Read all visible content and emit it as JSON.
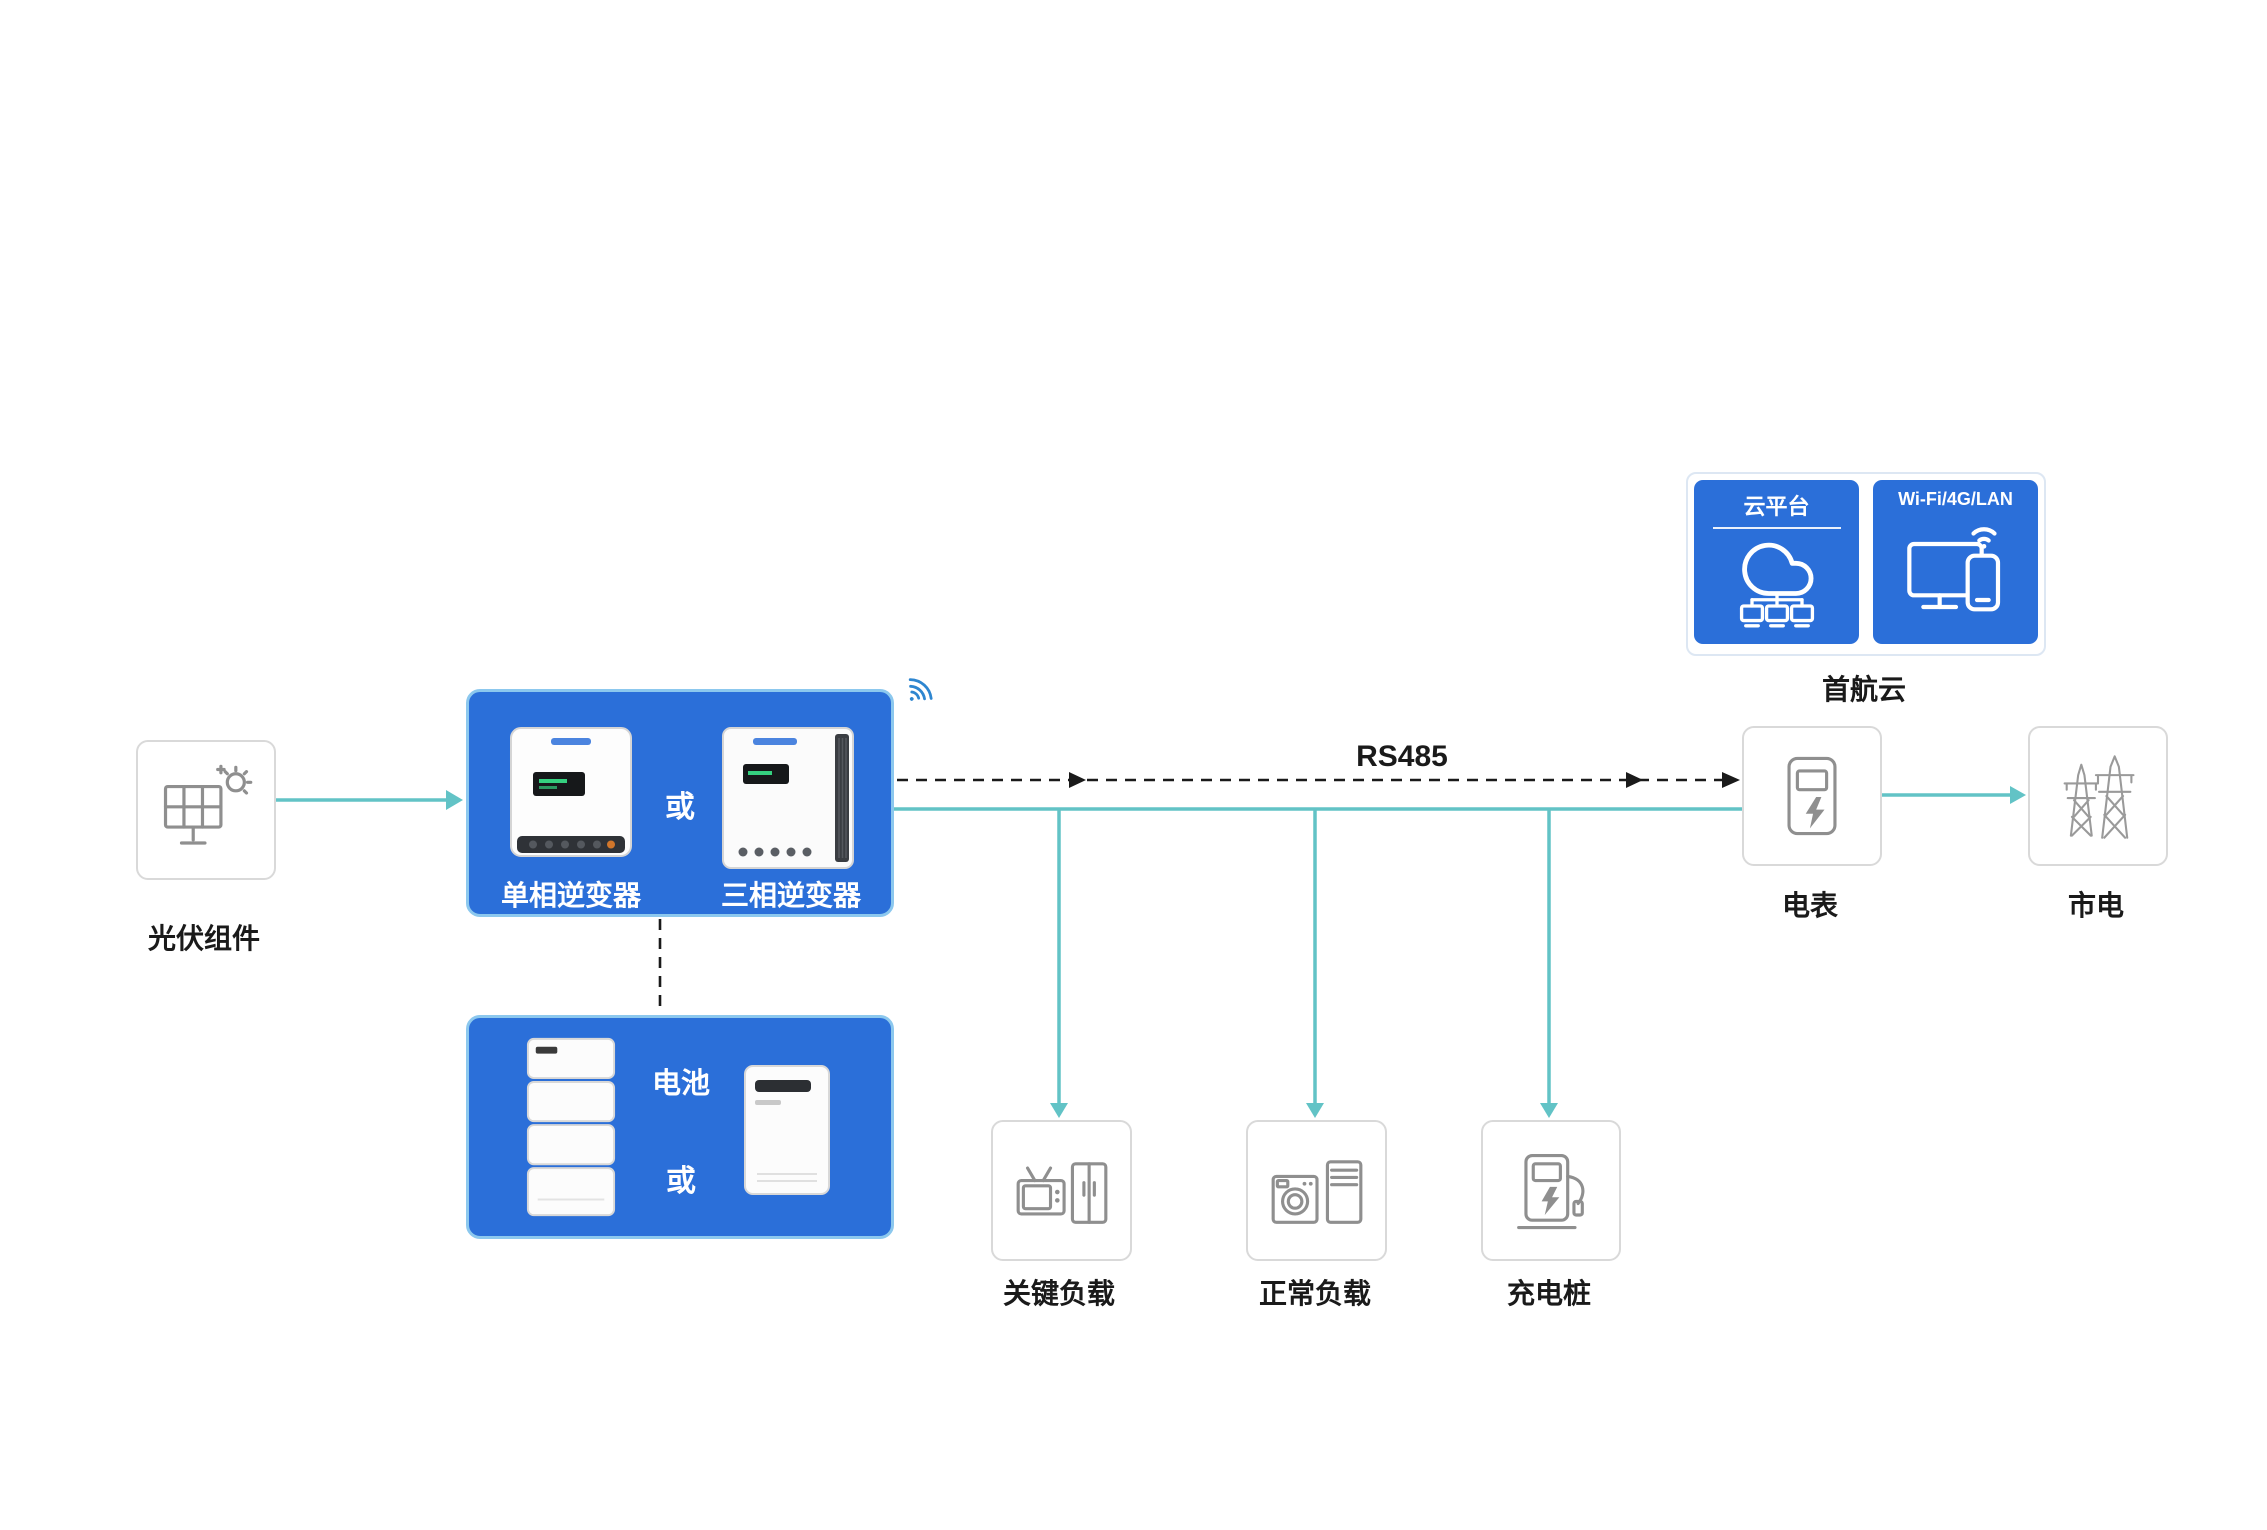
{
  "diagram": {
    "rs485_label": "RS485",
    "pv": {
      "label": "光伏组件"
    },
    "inverters": {
      "single_phase": "单相逆变器",
      "or": "或",
      "three_phase": "三相逆变器"
    },
    "battery": {
      "label": "电池",
      "or": "或"
    },
    "cloud": {
      "platform_tile": "云平台",
      "wifi_tile": "Wi-Fi/4G/LAN",
      "caption": "首航云"
    },
    "meter": {
      "label": "电表"
    },
    "grid": {
      "label": "市电"
    },
    "critical_load": {
      "label": "关键负载"
    },
    "normal_load": {
      "label": "正常负载"
    },
    "charger": {
      "label": "充电桩"
    }
  },
  "colors": {
    "primary_blue": "#2B6FD9",
    "light_blue_border": "#8CC8EE",
    "teal_line": "#62C3C6",
    "dashed_line": "#1A1A1A",
    "node_border": "#D9D9D9",
    "icon_gray": "#8F8F8F",
    "label_text": "#1A1A1A"
  }
}
